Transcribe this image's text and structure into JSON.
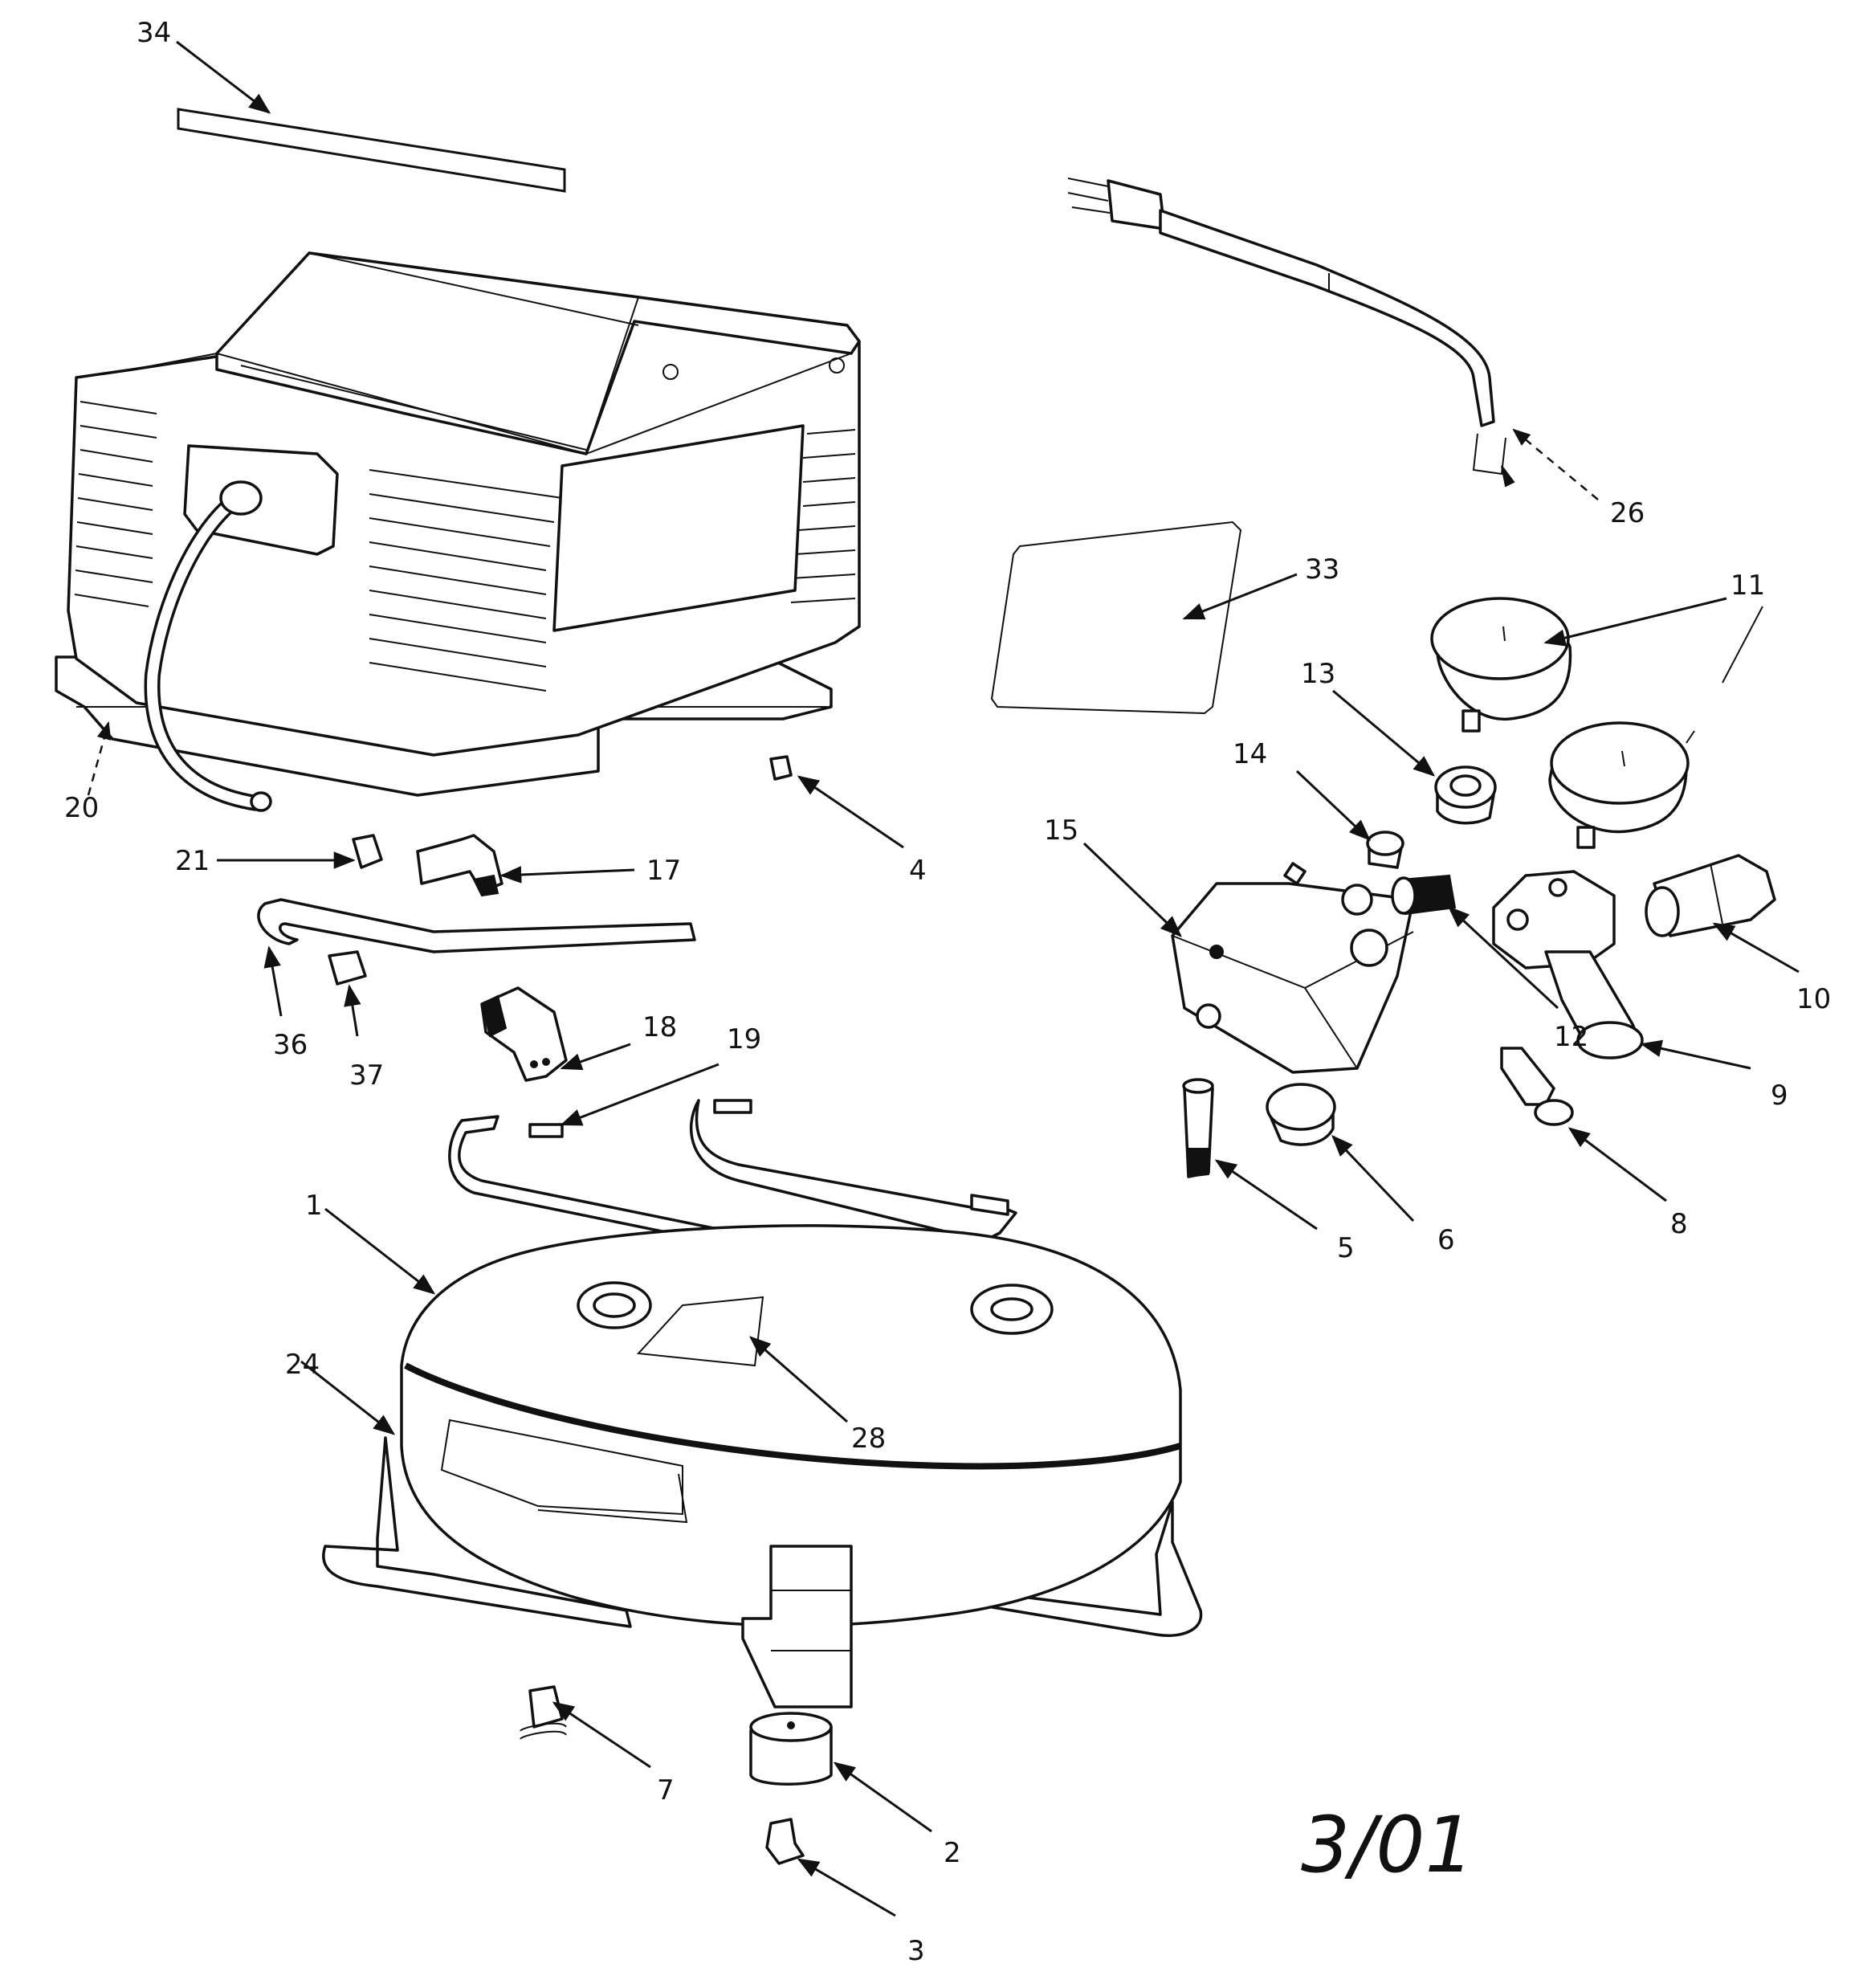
{
  "diagram": {
    "callouts": [
      {
        "id": "34",
        "label": "34"
      },
      {
        "id": "26",
        "label": "26"
      },
      {
        "id": "33",
        "label": "33"
      },
      {
        "id": "11",
        "label": "11"
      },
      {
        "id": "13",
        "label": "13"
      },
      {
        "id": "14",
        "label": "14"
      },
      {
        "id": "15",
        "label": "15"
      },
      {
        "id": "20",
        "label": "20"
      },
      {
        "id": "21",
        "label": "21"
      },
      {
        "id": "17",
        "label": "17"
      },
      {
        "id": "4",
        "label": "4"
      },
      {
        "id": "36",
        "label": "36"
      },
      {
        "id": "37",
        "label": "37"
      },
      {
        "id": "18",
        "label": "18"
      },
      {
        "id": "19",
        "label": "19"
      },
      {
        "id": "12",
        "label": "12"
      },
      {
        "id": "10",
        "label": "10"
      },
      {
        "id": "9",
        "label": "9"
      },
      {
        "id": "8",
        "label": "8"
      },
      {
        "id": "5",
        "label": "5"
      },
      {
        "id": "6",
        "label": "6"
      },
      {
        "id": "1",
        "label": "1"
      },
      {
        "id": "24",
        "label": "24"
      },
      {
        "id": "28",
        "label": "28"
      },
      {
        "id": "7",
        "label": "7"
      },
      {
        "id": "2",
        "label": "2"
      },
      {
        "id": "3",
        "label": "3"
      }
    ],
    "date_mark": "3/01"
  }
}
